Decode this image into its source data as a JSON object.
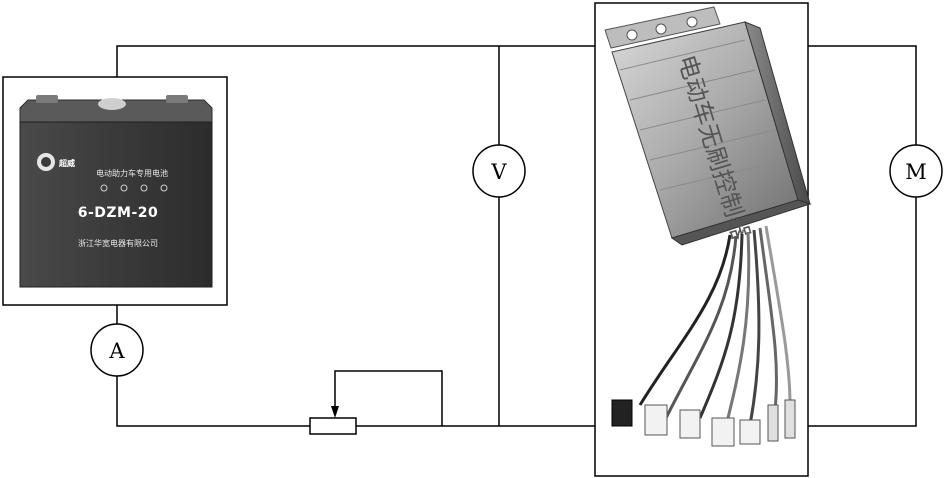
{
  "meters": {
    "voltmeter": "V",
    "ammeter": "A",
    "motor": "M"
  },
  "battery": {
    "brand": "超威",
    "description": "电动助力车专用电池",
    "model": "6-DZM-20",
    "manufacturer": "浙江华宽电器有限公司"
  },
  "controller": {
    "label": "电动车无刷控制器"
  }
}
